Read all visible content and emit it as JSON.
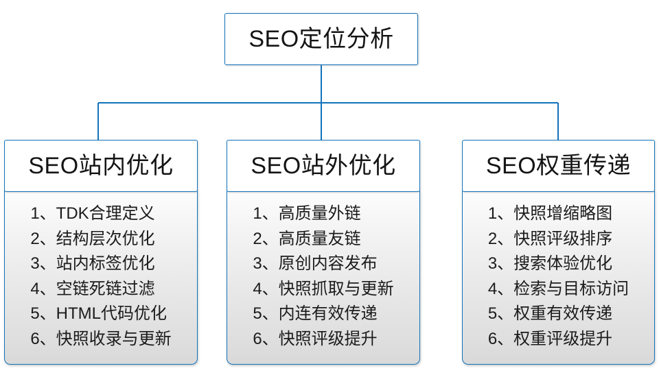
{
  "diagram": {
    "type": "org-tree",
    "root": {
      "label": "SEO定位分析"
    },
    "accent_color": "#1072bb",
    "branches": [
      {
        "header": "SEO站内优化",
        "items": [
          "1、TDK合理定义",
          "2、结构层次优化",
          "3、站内标签优化",
          "4、空链死链过滤",
          "5、HTML代码优化",
          "6、快照收录与更新"
        ]
      },
      {
        "header": "SEO站外优化",
        "items": [
          "1、高质量外链",
          "2、高质量友链",
          "3、原创内容发布",
          "4、快照抓取与更新",
          "5、内连有效传递",
          "6、快照评级提升"
        ]
      },
      {
        "header": "SEO权重传递",
        "items": [
          "1、快照增缩略图",
          "2、快照评级排序",
          "3、搜索体验优化",
          "4、检索与目标访问",
          "5、权重有效传递",
          "6、权重评级提升"
        ]
      }
    ]
  }
}
